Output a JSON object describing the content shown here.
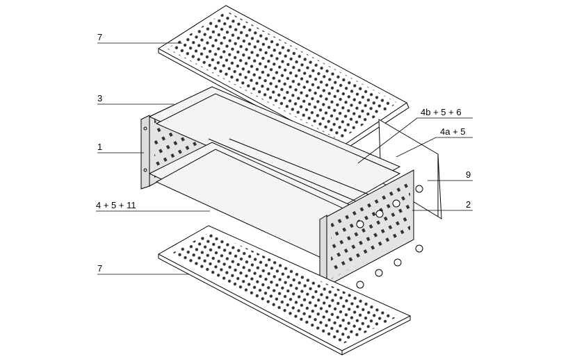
{
  "callouts": {
    "top_cover": "7",
    "side_panel_left": "3",
    "front_flange": "1",
    "rail_front": "4 + 5 + 11",
    "bottom_cover": "7",
    "rail_rear_top": "4b + 5 + 6",
    "rail_rear": "4a + 5",
    "rear_panel": "9",
    "side_panel_right": "2"
  }
}
